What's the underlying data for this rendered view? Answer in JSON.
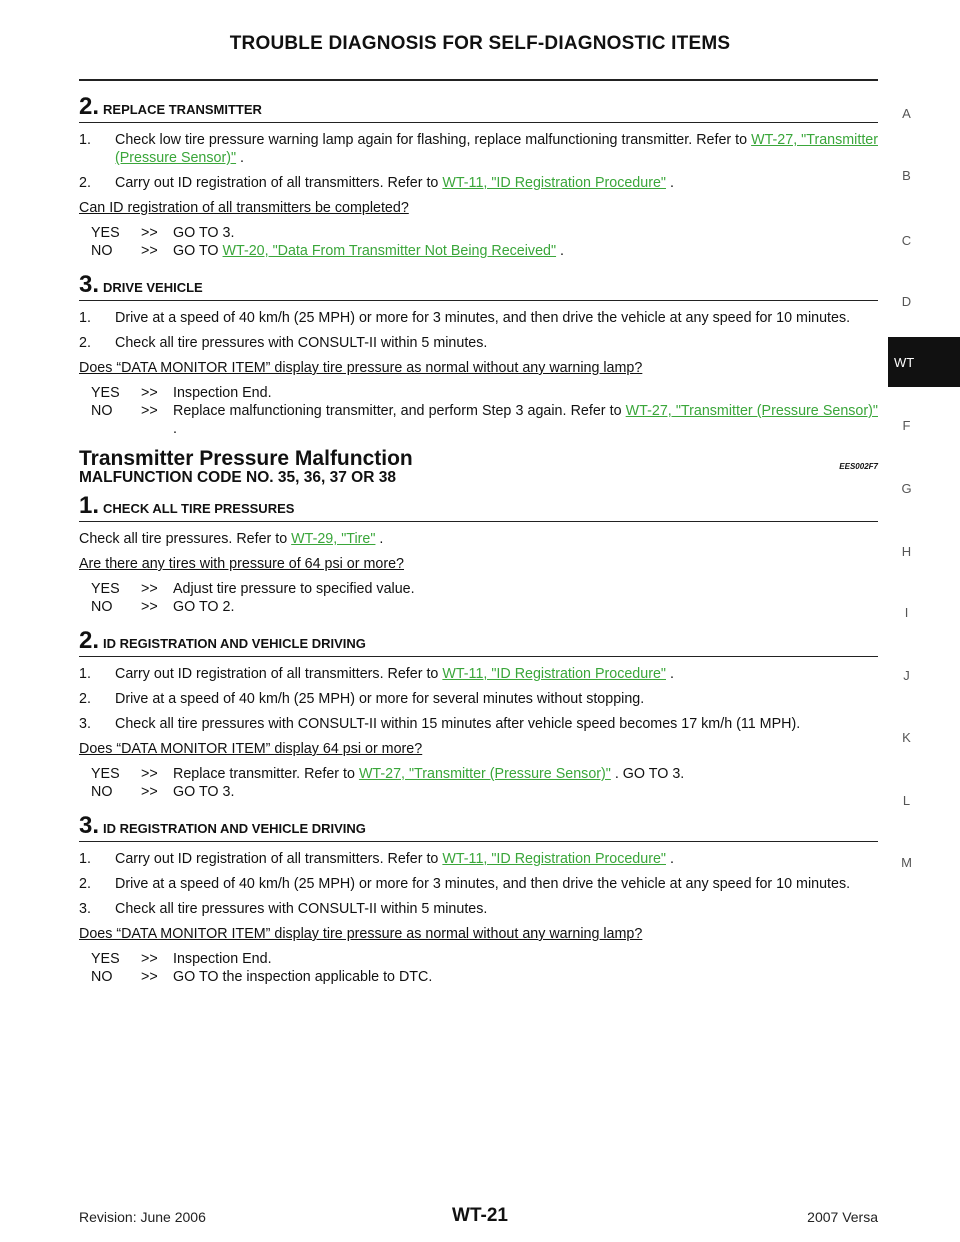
{
  "header": {
    "title": "TROUBLE DIAGNOSIS FOR SELF-DIAGNOSTIC ITEMS"
  },
  "side_index": {
    "letters": [
      "A",
      "B",
      "C",
      "D",
      "WT",
      "F",
      "G",
      "H",
      "I",
      "J",
      "K",
      "L",
      "M"
    ],
    "active": "WT"
  },
  "steps_a": {
    "s2": {
      "num": "2.",
      "title": "REPLACE TRANSMITTER",
      "items": [
        {
          "n": "1.",
          "pre": "Check low tire pressure warning lamp again for flashing, replace malfunctioning transmitter.  Refer to ",
          "link": "WT-27, \"Transmitter (Pressure Sensor)\"",
          "post": " ."
        },
        {
          "n": "2.",
          "pre": "Carry out ID registration of all transmitters. Refer to ",
          "link": "WT-11, \"ID Registration Procedure\"",
          "post": " ."
        }
      ],
      "question": "Can ID registration of all transmitters be completed?",
      "answers": [
        {
          "k": "YES",
          "a": ">>",
          "v": "GO TO 3.",
          "link": "",
          "post": ""
        },
        {
          "k": "NO",
          "a": ">>",
          "v": "GO TO ",
          "link": "WT-20, \"Data From Transmitter Not Being Received\"",
          "post": " ."
        }
      ]
    },
    "s3": {
      "num": "3.",
      "title": "DRIVE VEHICLE",
      "items": [
        {
          "n": "1.",
          "pre": "Drive at a speed of 40 km/h (25 MPH) or more for 3 minutes, and then drive the vehicle at any speed for 10 minutes.",
          "link": "",
          "post": ""
        },
        {
          "n": "2.",
          "pre": "Check all tire pressures with CONSULT-II within 5 minutes.",
          "link": "",
          "post": ""
        }
      ],
      "question": "Does “DATA MONITOR ITEM” display tire pressure as normal without any warning lamp?",
      "answers": [
        {
          "k": "YES",
          "a": ">>",
          "v": "Inspection End.",
          "link": "",
          "post": ""
        },
        {
          "k": "NO",
          "a": ">>",
          "v": "Replace malfunctioning transmitter, and perform Step 3 again. Refer to ",
          "link": "WT-27, \"Transmitter (Pressure Sensor)\"",
          "post": " ."
        }
      ]
    }
  },
  "section": {
    "title": "Transmitter Pressure Malfunction",
    "code": "EES002F7",
    "subtitle": "MALFUNCTION CODE NO. 35, 36, 37 OR 38"
  },
  "steps_b": {
    "s1": {
      "num": "1.",
      "title": "CHECK ALL TIRE PRESSURES",
      "text_pre": "Check all tire pressures. Refer to ",
      "text_link": "WT-29, \"Tire\"",
      "text_post": " .",
      "question": "Are there any tires with pressure of 64 psi or more?",
      "answers": [
        {
          "k": "YES",
          "a": ">>",
          "v": "Adjust tire pressure to specified value.",
          "link": "",
          "post": ""
        },
        {
          "k": "NO",
          "a": ">>",
          "v": "GO TO 2.",
          "link": "",
          "post": ""
        }
      ]
    },
    "s2": {
      "num": "2.",
      "title": "ID REGISTRATION AND VEHICLE DRIVING",
      "items": [
        {
          "n": "1.",
          "pre": "Carry out ID registration of all transmitters. Refer to ",
          "link": "WT-11, \"ID Registration Procedure\"",
          "post": " ."
        },
        {
          "n": "2.",
          "pre": "Drive at a speed of 40 km/h (25 MPH) or more for several minutes without stopping.",
          "link": "",
          "post": ""
        },
        {
          "n": "3.",
          "pre": "Check all tire pressures with CONSULT-II within 15 minutes after vehicle speed becomes 17 km/h (11 MPH).",
          "link": "",
          "post": ""
        }
      ],
      "question": "Does “DATA MONITOR ITEM” display 64 psi or more?",
      "answers": [
        {
          "k": "YES",
          "a": ">>",
          "v": "Replace transmitter. Refer to ",
          "link": "WT-27, \"Transmitter (Pressure Sensor)\"",
          "post": " . GO TO 3."
        },
        {
          "k": "NO",
          "a": ">>",
          "v": "GO TO 3.",
          "link": "",
          "post": ""
        }
      ]
    },
    "s3": {
      "num": "3.",
      "title": "ID REGISTRATION AND VEHICLE DRIVING",
      "items": [
        {
          "n": "1.",
          "pre": "Carry out ID registration of all transmitters. Refer to ",
          "link": "WT-11, \"ID Registration Procedure\"",
          "post": " ."
        },
        {
          "n": "2.",
          "pre": "Drive at a speed of 40 km/h (25 MPH) or more for 3 minutes, and then drive the vehicle at any speed for 10 minutes.",
          "link": "",
          "post": ""
        },
        {
          "n": "3.",
          "pre": "Check all tire pressures with CONSULT-II within 5 minutes.",
          "link": "",
          "post": ""
        }
      ],
      "question": "Does “DATA MONITOR ITEM” display tire pressure as normal without any warning lamp?",
      "answers": [
        {
          "k": "YES",
          "a": ">>",
          "v": "Inspection End.",
          "link": "",
          "post": ""
        },
        {
          "k": "NO",
          "a": ">>",
          "v": "GO TO the inspection applicable to DTC.",
          "link": "",
          "post": ""
        }
      ]
    }
  },
  "footer": {
    "revision": "Revision: June 2006",
    "page": "WT-21",
    "model": "2007 Versa"
  },
  "colors": {
    "link": "#3aa63a",
    "tab_active_bg": "#111111"
  }
}
